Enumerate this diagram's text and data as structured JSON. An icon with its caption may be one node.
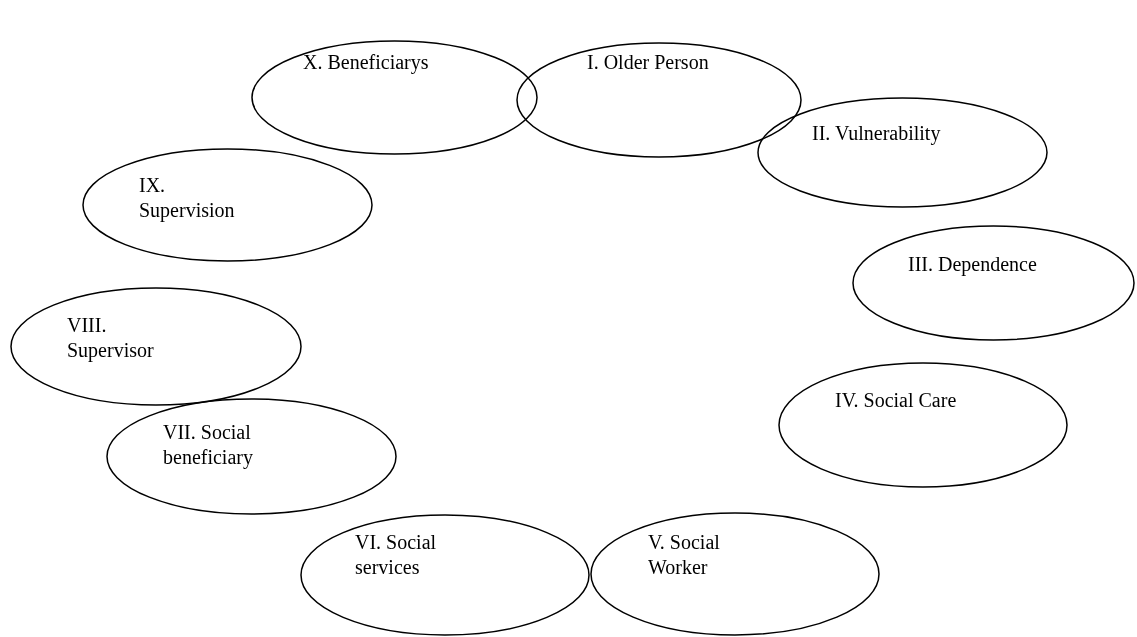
{
  "diagram": {
    "nodes": [
      {
        "text": [
          "I. Older Person"
        ]
      },
      {
        "text": [
          "II. Vulnerability"
        ]
      },
      {
        "text": [
          "III. Dependence"
        ]
      },
      {
        "text": [
          "IV. Social Care"
        ]
      },
      {
        "text": [
          "V. Social Worker"
        ]
      },
      {
        "text": [
          "VI. Social services"
        ]
      },
      {
        "text": [
          "VII. Social beneficiary"
        ]
      },
      {
        "text": [
          "VIII. Supervisor"
        ]
      },
      {
        "text": [
          "IX. Supervision"
        ]
      },
      {
        "text": [
          "X. Beneficiarys"
        ]
      }
    ]
  }
}
